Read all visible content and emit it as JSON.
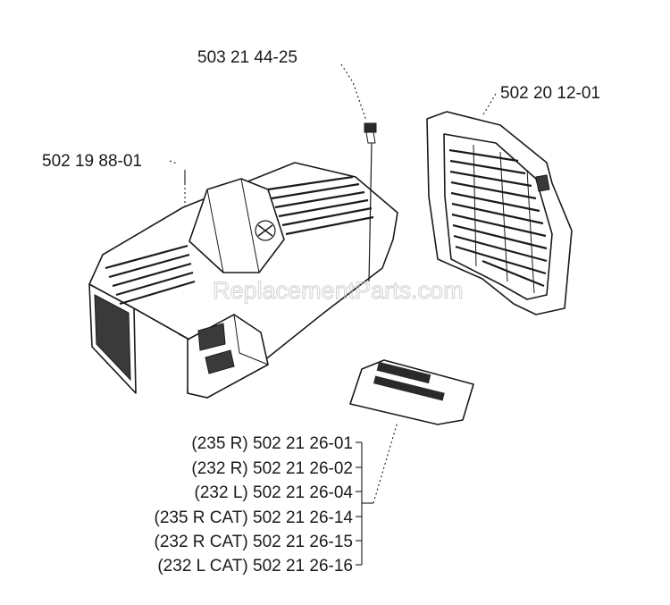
{
  "labels": {
    "screw": "503 21 44-25",
    "cover": "502 19 88-01",
    "filter": "502 20 12-01",
    "decals": [
      "(235 R) 502 21 26-01",
      "(232 R) 502 21 26-02",
      "(232 L) 502 21 26-04",
      "(235 R CAT) 502 21 26-14",
      "(232 R CAT) 502 21 26-15",
      "(232 L CAT) 502 21 26-16"
    ]
  },
  "watermark": "ReplacementParts.com",
  "icons": {
    "cover": "engine-cover-drawing",
    "screw": "screw-drawing",
    "filter": "air-filter-grille-drawing",
    "decal": "decal-plate-drawing"
  }
}
